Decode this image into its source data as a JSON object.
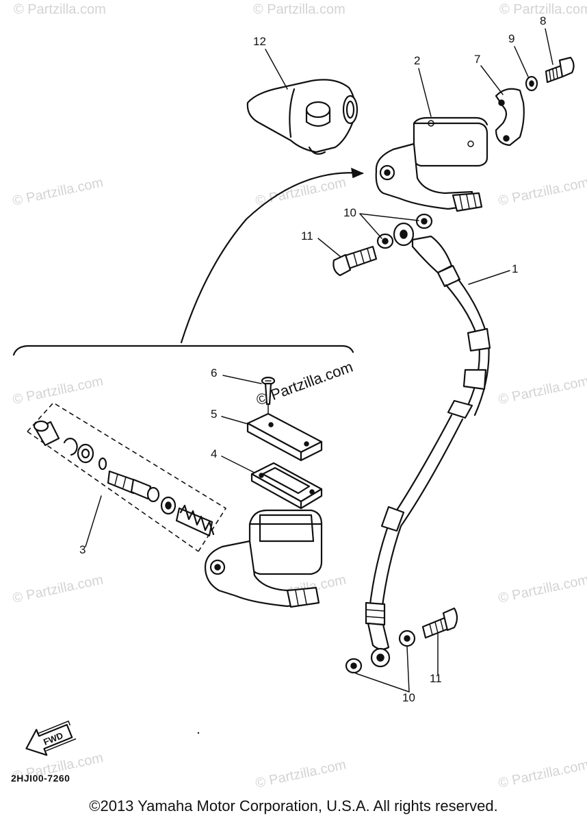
{
  "diagram": {
    "diagram_code": "2HJI00-7260",
    "copyright": "©2013 Yamaha Motor Corporation, U.S.A. All rights reserved.",
    "fwd_label": "FWD",
    "watermark_text": "© Partzilla.com",
    "center_watermark_text": "© Partzilla.com",
    "callouts": {
      "c1": "1",
      "c2": "2",
      "c3": "3",
      "c4": "4",
      "c5": "5",
      "c6": "6",
      "c7": "7",
      "c8": "8",
      "c9": "9",
      "c10a": "10",
      "c10b": "10",
      "c11a": "11",
      "c11b": "11",
      "c12": "12"
    }
  }
}
